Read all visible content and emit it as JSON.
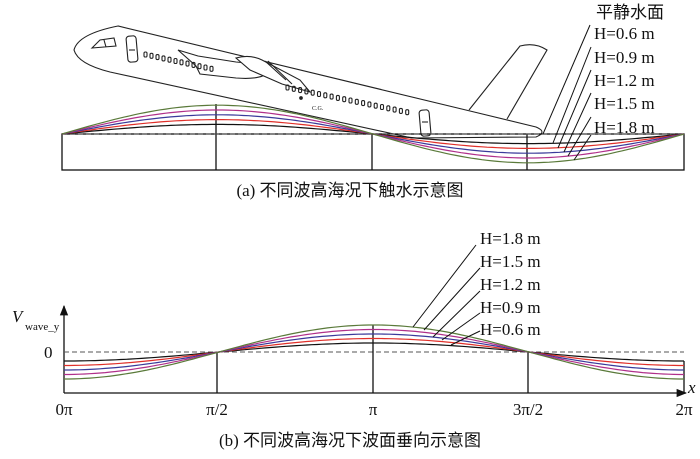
{
  "panel_a": {
    "caption": "(a) 不同波高海况下触水示意图",
    "still_water_label": "平静水面",
    "cg_label": "C.G.",
    "wave_labels": [
      "H=0.6 m",
      "H=0.9 m",
      "H=1.2 m",
      "H=1.5 m",
      "H=1.8 m"
    ]
  },
  "panel_b": {
    "caption": "(b) 不同波高海况下波面垂向示意图",
    "y_axis_label": "V",
    "y_axis_sub": "wave_y",
    "x_axis_label": "x",
    "zero_label": "0",
    "x_ticks": [
      "0π",
      "π/2",
      "π",
      "3π/2",
      "2π"
    ],
    "wave_labels": [
      "H=1.8 m",
      "H=1.5 m",
      "H=1.2 m",
      "H=0.9 m",
      "H=0.6 m"
    ]
  },
  "waves": [
    {
      "H": 0.6,
      "color": "#111111"
    },
    {
      "H": 0.9,
      "color": "#e0302a"
    },
    {
      "H": 1.2,
      "color": "#3a3a9a"
    },
    {
      "H": 1.5,
      "color": "#b0308a"
    },
    {
      "H": 1.8,
      "color": "#5a7a3a"
    }
  ]
}
